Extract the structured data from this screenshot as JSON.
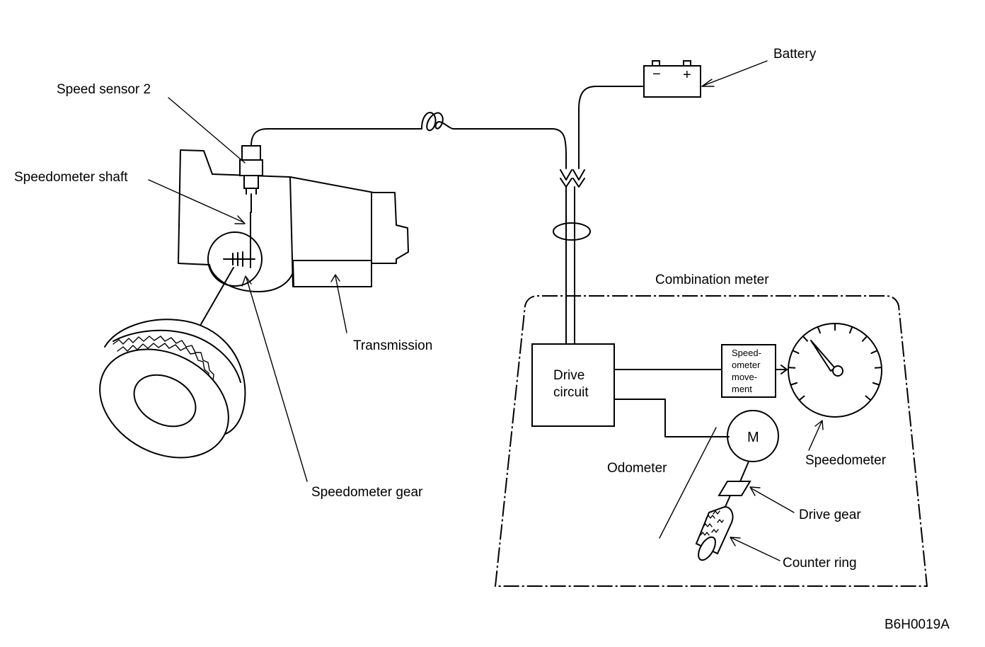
{
  "labels": {
    "speed_sensor": "Speed sensor 2",
    "speedometer_shaft": "Speedometer shaft",
    "transmission": "Transmission",
    "speedometer_gear": "Speedometer gear",
    "battery": "Battery",
    "combination_meter": "Combination meter",
    "drive_circuit_1": "Drive",
    "drive_circuit_2": "circuit",
    "movement_1": "Speed-",
    "movement_2": "ometer",
    "movement_3": "move-",
    "movement_4": "ment",
    "speedometer": "Speedometer",
    "odometer": "Odometer",
    "motor": "M",
    "drive_gear": "Drive gear",
    "counter_ring": "Counter ring",
    "battery_minus": "−",
    "battery_plus": "+",
    "figure_code": "B6H0019A"
  }
}
